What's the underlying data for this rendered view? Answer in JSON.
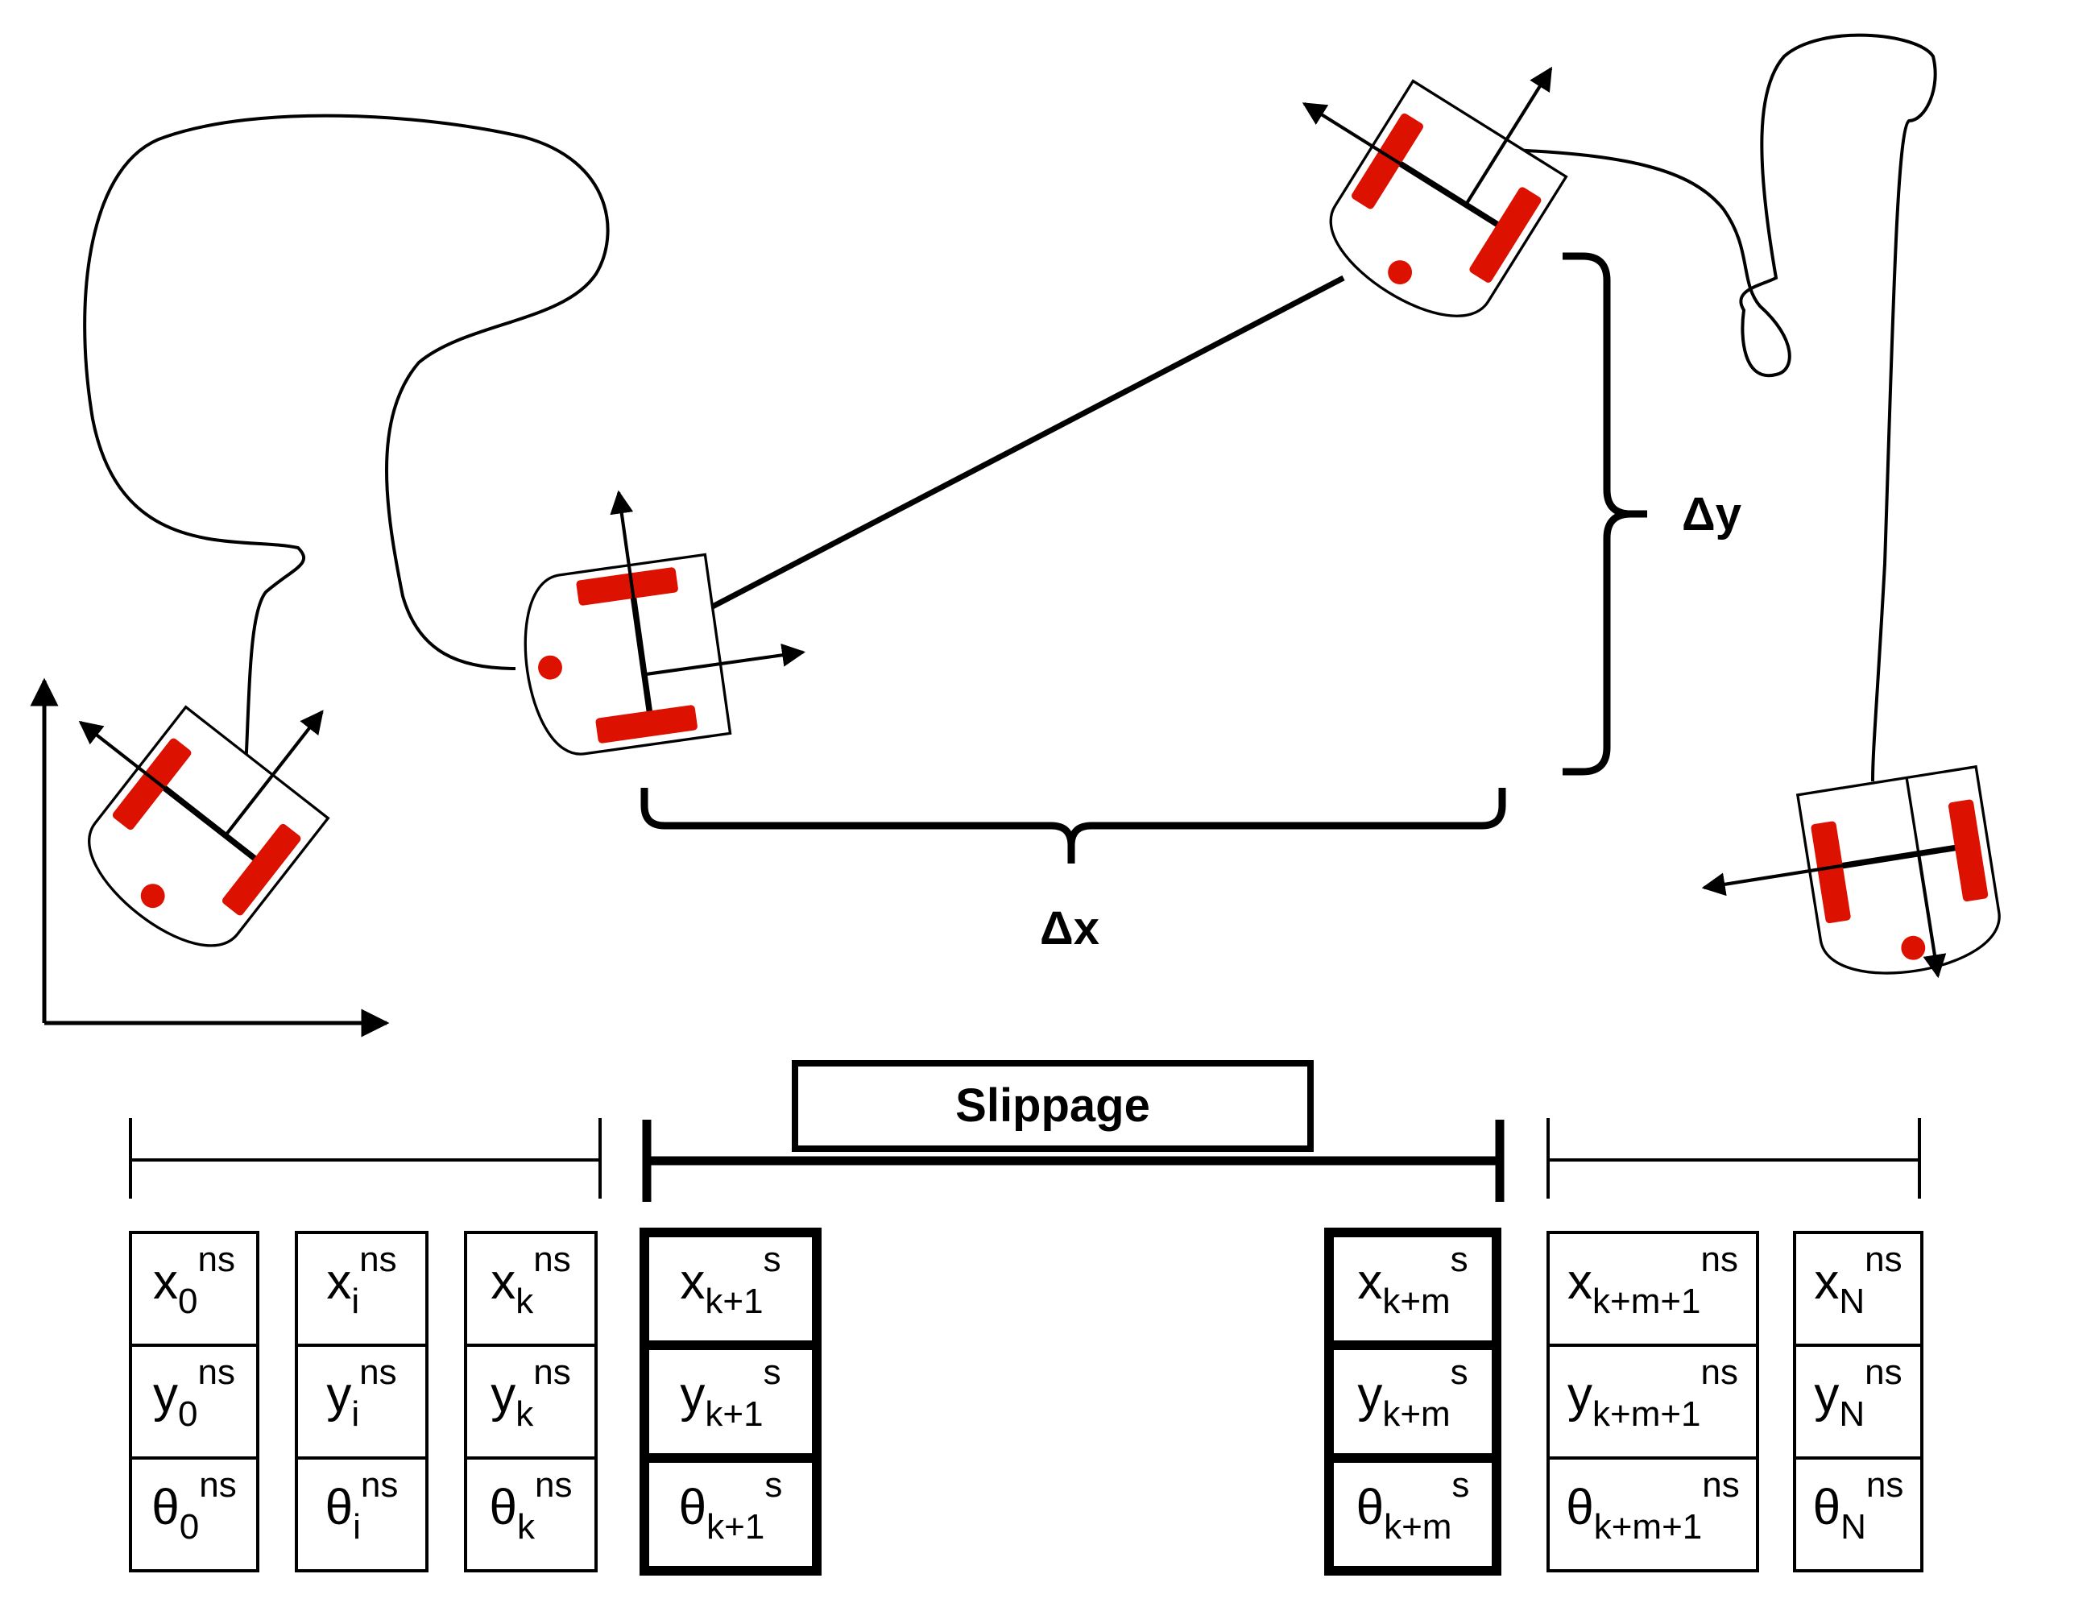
{
  "labels": {
    "delta_x": "Δx",
    "delta_y": "Δy",
    "slippage": "Slippage"
  },
  "colors": {
    "robot_red": "#dd1100",
    "stroke": "#000000",
    "background": "#ffffff"
  },
  "state_columns": [
    {
      "id": "x0",
      "rows": [
        [
          "x",
          "0",
          "ns"
        ],
        [
          "y",
          "0",
          "ns"
        ],
        [
          "θ",
          "0",
          "ns"
        ]
      ],
      "slip": false
    },
    {
      "id": "xi",
      "rows": [
        [
          "x",
          "i",
          "ns"
        ],
        [
          "y",
          "i",
          "ns"
        ],
        [
          "θ",
          "i",
          "ns"
        ]
      ],
      "slip": false
    },
    {
      "id": "xk",
      "rows": [
        [
          "x",
          "k",
          "ns"
        ],
        [
          "y",
          "k",
          "ns"
        ],
        [
          "θ",
          "k",
          "ns"
        ]
      ],
      "slip": false
    },
    {
      "id": "xk1",
      "rows": [
        [
          "x",
          "k+1",
          "s"
        ],
        [
          "y",
          "k+1",
          "s"
        ],
        [
          "θ",
          "k+1",
          "s"
        ]
      ],
      "slip": true
    },
    {
      "id": "xkm",
      "rows": [
        [
          "x",
          "k+m",
          "s"
        ],
        [
          "y",
          "k+m",
          "s"
        ],
        [
          "θ",
          "k+m",
          "s"
        ]
      ],
      "slip": true
    },
    {
      "id": "xkm1",
      "rows": [
        [
          "x",
          "k+m+1",
          "ns"
        ],
        [
          "y",
          "k+m+1",
          "ns"
        ],
        [
          "θ",
          "k+m+1",
          "ns"
        ]
      ],
      "slip": false
    },
    {
      "id": "xN",
      "rows": [
        [
          "x",
          "N",
          "ns"
        ],
        [
          "y",
          "N",
          "ns"
        ],
        [
          "θ",
          "N",
          "ns"
        ]
      ],
      "slip": false
    }
  ]
}
